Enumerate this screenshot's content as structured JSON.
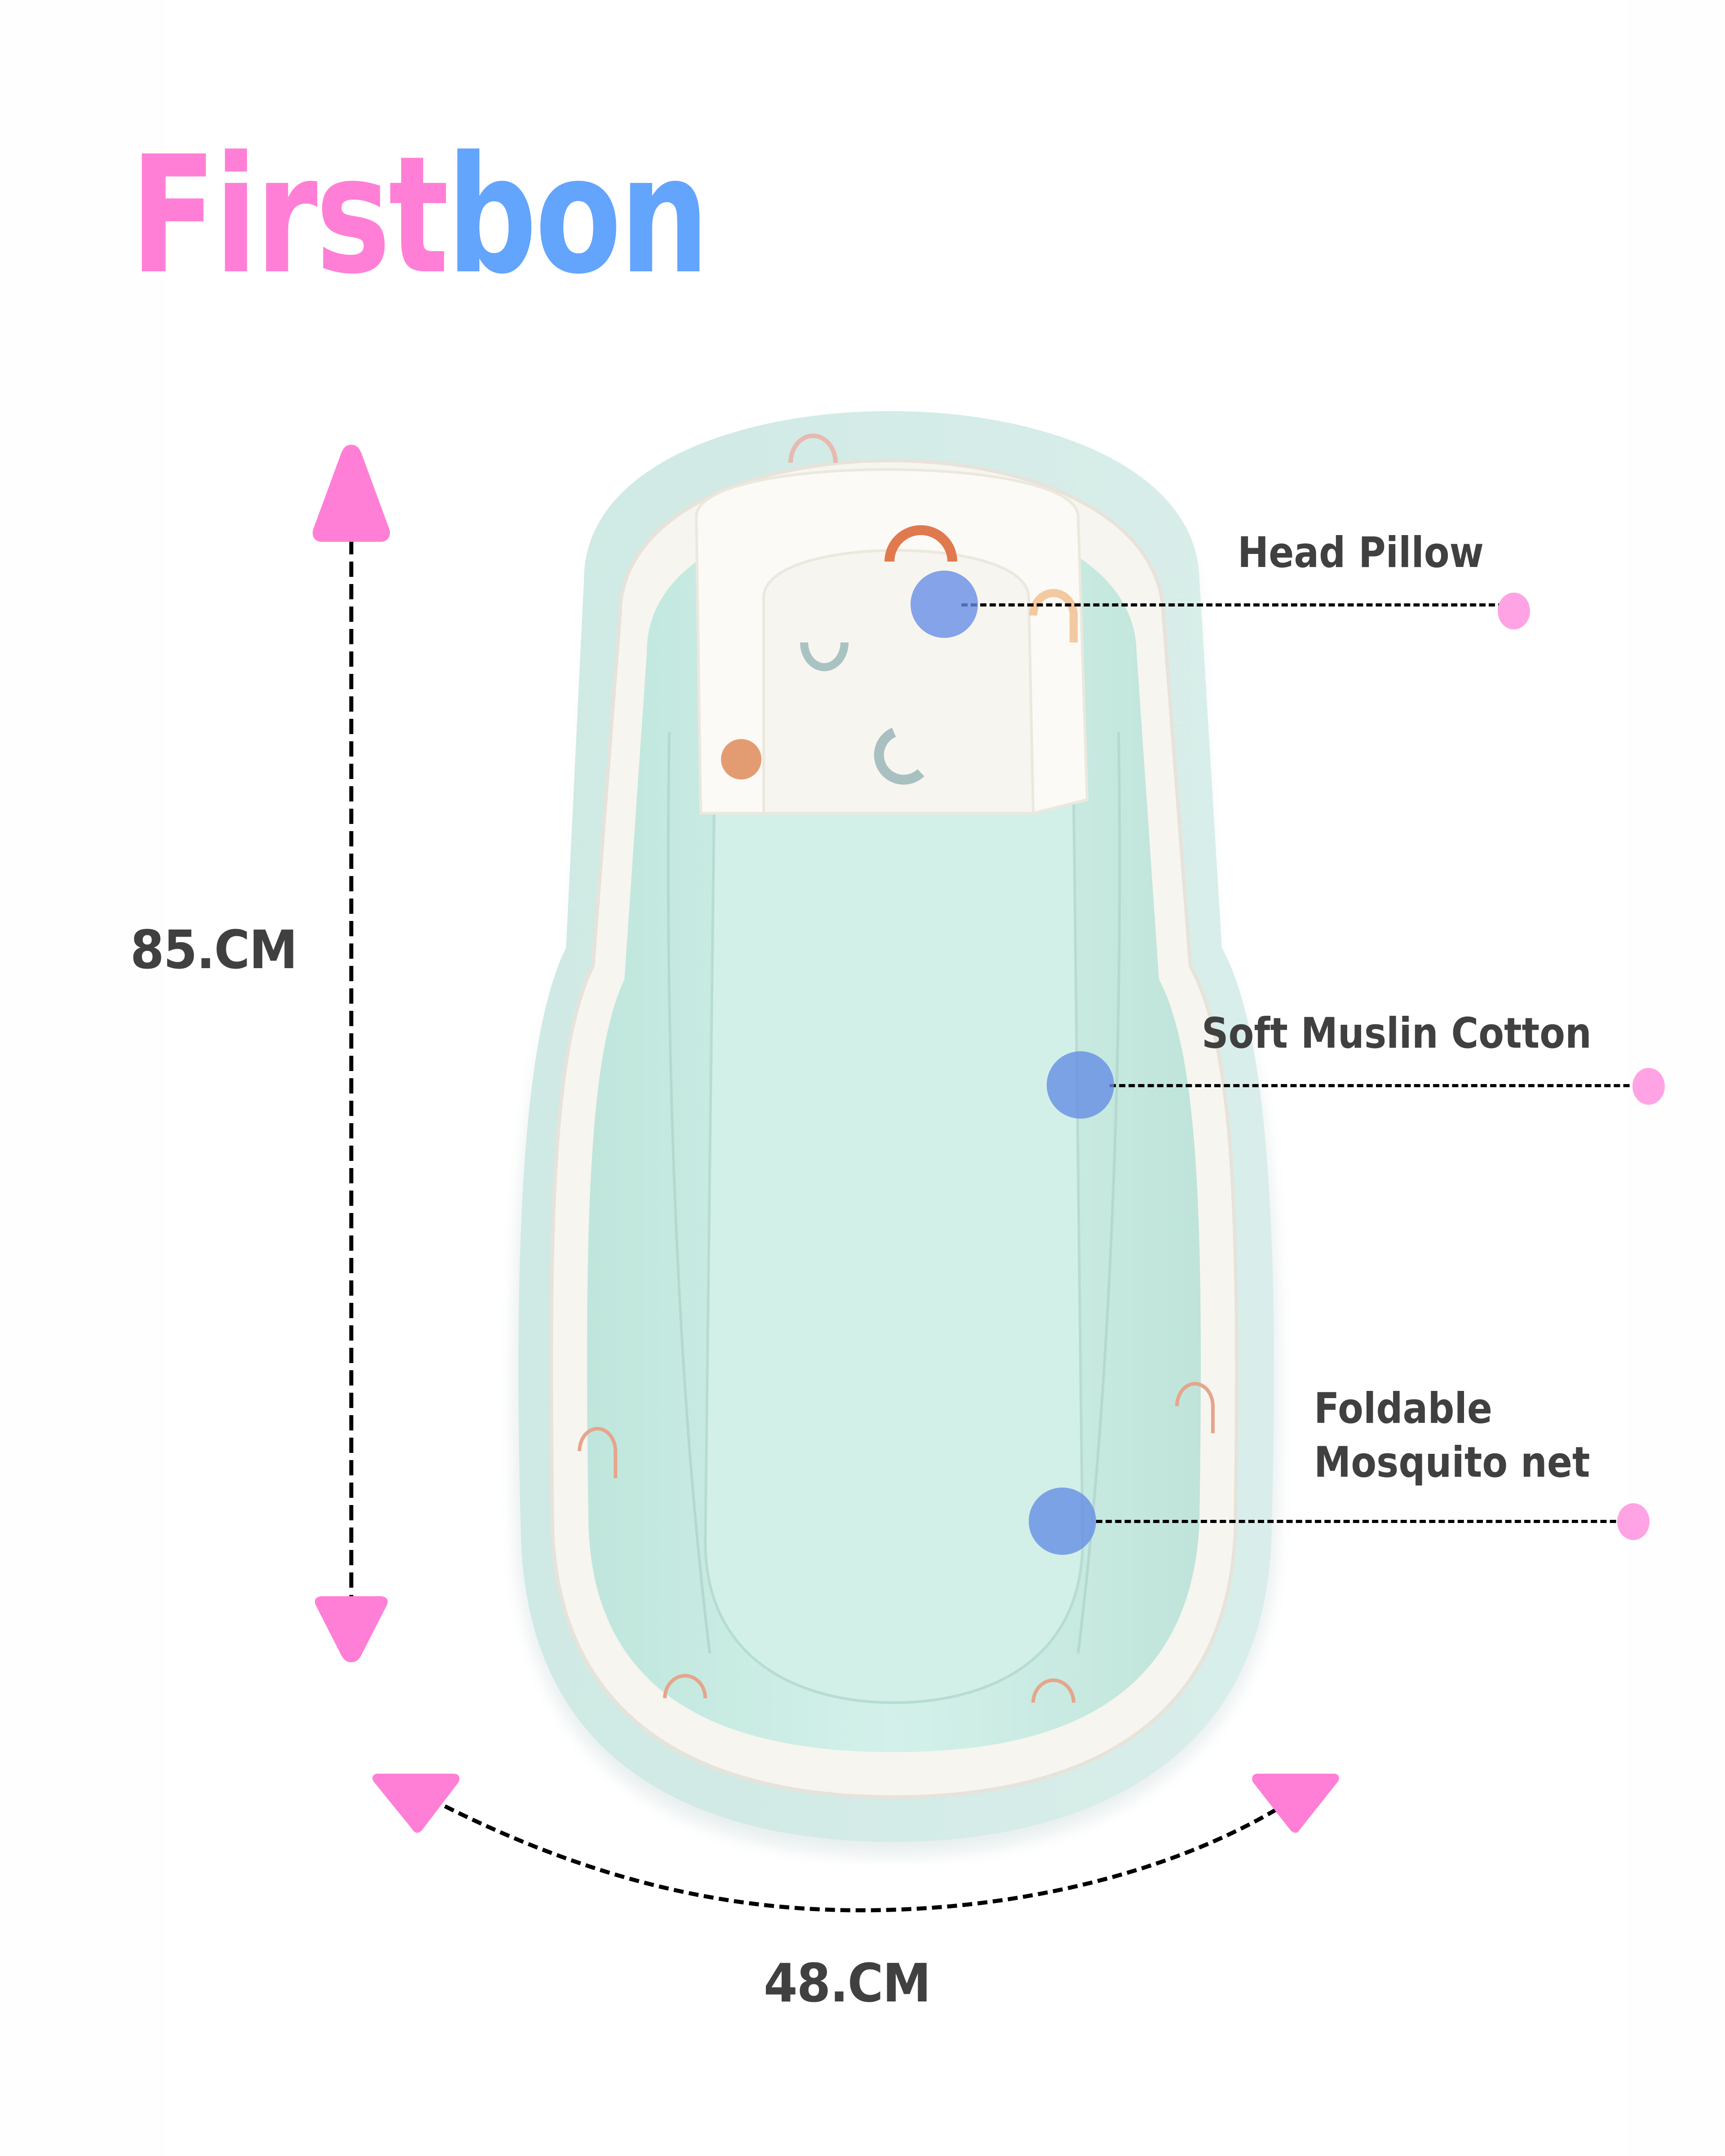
{
  "brand": {
    "logo_part1": "First",
    "logo_part2": "bon",
    "colors": {
      "pink": "#ff7fd6",
      "blue": "#63a4fd"
    }
  },
  "dimensions": {
    "length_label": "85.CM",
    "width_label": "48.CM",
    "arrow_color": "#ff7fd6",
    "line_color": "#000000"
  },
  "features": [
    {
      "label": "Head Pillow"
    },
    {
      "label": "Soft Muslin Cotton"
    },
    {
      "label_line1": "Foldable",
      "label_line2": "Mosquito net"
    }
  ],
  "product": {
    "name": "baby bed with mosquito net",
    "colors": {
      "mint": "#cdeee6",
      "white": "#f8f8f4",
      "outer": "#d4ece6"
    }
  },
  "markers": {
    "inner_dot_color": "#6a8ee6",
    "outer_dot_color": "#ffa3e4",
    "text_color": "#404040"
  }
}
